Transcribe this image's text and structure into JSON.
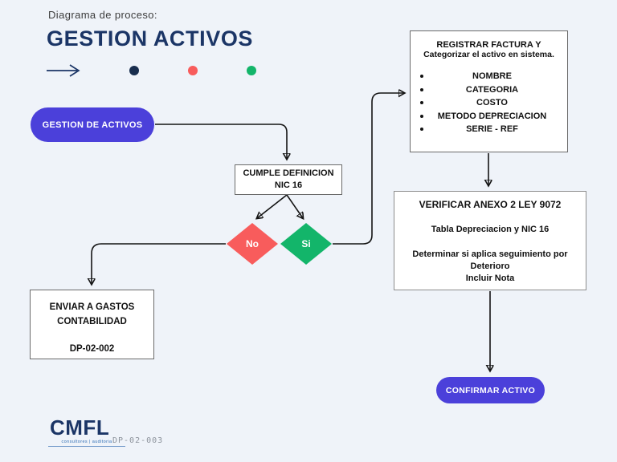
{
  "header": {
    "subtitle": "Diagrama de proceso:",
    "title": "GESTION ACTIVOS",
    "accent_colors": {
      "navy": "#182d4e",
      "red": "#f85c5c",
      "green": "#13b56a"
    }
  },
  "nodes": {
    "start": {
      "label": "GESTION DE ACTIVOS",
      "color": "#4b40da"
    },
    "cumple": {
      "line1": "CUMPLE DEFINICION",
      "line2": "NIC 16"
    },
    "no": {
      "label": "No",
      "color": "#f85c5c"
    },
    "si": {
      "label": "Si",
      "color": "#13b56a"
    },
    "registrar": {
      "title_line1": "REGISTRAR FACTURA Y",
      "title_line2": "Categorizar el activo en sistema.",
      "bullets": [
        "NOMBRE",
        "CATEGORIA",
        "COSTO",
        "METODO DEPRECIACION",
        "SERIE - REF"
      ]
    },
    "verificar": {
      "title": "VERIFICAR ANEXO 2 LEY 9072",
      "line1": "Tabla Depreciacion y NIC 16",
      "line2": "Determinar si aplica seguimiento por",
      "line3": "Deterioro",
      "line4": "Incluir Nota"
    },
    "enviar": {
      "line1": "ENVIAR A GASTOS",
      "line2": "CONTABILIDAD",
      "code": "DP-02-002"
    },
    "confirmar": {
      "label": "CONFIRMAR ACTIVO",
      "color": "#4b40da"
    }
  },
  "footer": {
    "logo_text": "CMFL",
    "logo_subtext": "consultores | auditoria",
    "doc_code": "DP-02-003"
  }
}
